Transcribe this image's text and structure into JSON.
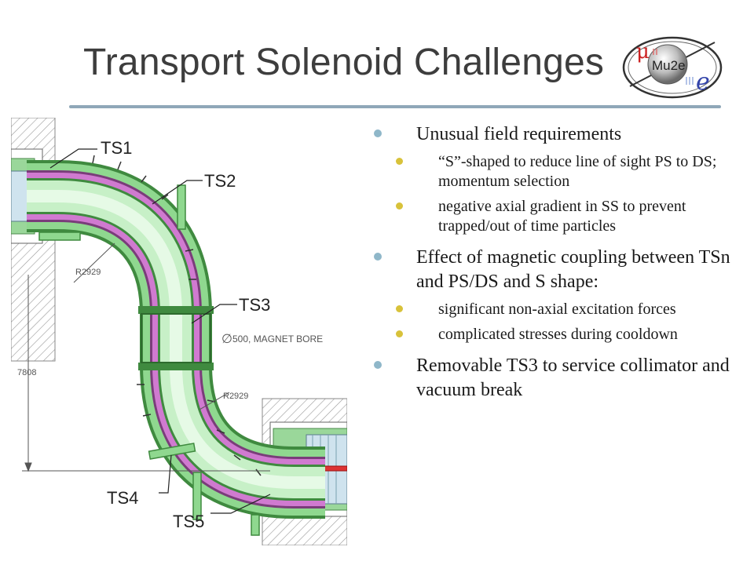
{
  "slide": {
    "title": "Transport Solenoid Challenges",
    "logo": {
      "text": "Mu2e",
      "mu": "μ",
      "e": "e"
    },
    "diagram": {
      "labels": {
        "ts1": "TS1",
        "ts2": "TS2",
        "ts3": "TS3",
        "ts4": "TS4",
        "ts5": "TS5",
        "r_upper": "R2929",
        "r_lower": "R2929",
        "dim": "7808",
        "bore_symbol": "∅",
        "bore": "500, MAGNET BORE"
      }
    },
    "bullets": [
      {
        "text": "Unusual field requirements",
        "sub": [
          "“S”-shaped to reduce line of sight PS to DS; momentum selection",
          "negative axial gradient in SS to prevent trapped/out of time particles"
        ]
      },
      {
        "text": "Effect of magnetic coupling between TSn and PS/DS and S shape:",
        "sub": [
          "significant non-axial excitation forces",
          "complicated stresses during cooldown"
        ]
      },
      {
        "text": "Removable TS3 to service collimator and vacuum break",
        "sub": []
      }
    ]
  },
  "colors": {
    "title": "#3d3d3d",
    "rule": "#8fa7b8",
    "bullet_l1": "#8fb7c9",
    "bullet_l2": "#d8c23a",
    "pipe": "#8fd88f",
    "coil": "#d07ad0",
    "hatch": "#999999"
  }
}
